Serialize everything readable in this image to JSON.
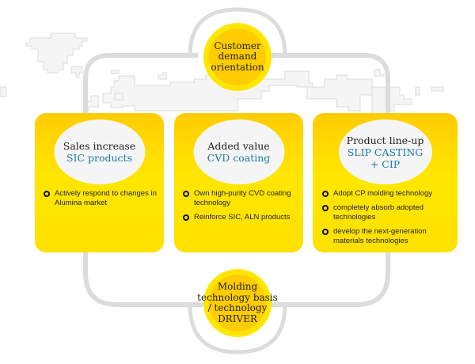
{
  "top_node": {
    "lines": [
      "Customer",
      "demand",
      "orientation"
    ]
  },
  "bottom_node": {
    "lines": [
      "Molding",
      "technology basis",
      "/ technology",
      "DRIVER"
    ]
  },
  "cards": [
    {
      "title": "Sales increase",
      "subtitle": [
        "SIC products"
      ],
      "bullets": [
        "Actively respond to changes in Alumina market"
      ]
    },
    {
      "title": "Added value",
      "subtitle": [
        "CVD coating"
      ],
      "bullets": [
        "Own high-purity CVD coating technology",
        "Reinforce SIC, ALN products"
      ]
    },
    {
      "title": "Product line-up",
      "subtitle": [
        "SLIP CASTING",
        "+ CIP"
      ],
      "bullets": [
        "Adopt CP molding technology",
        "completely absorb adopted technologies",
        "develop the next-generation materials technologies"
      ]
    }
  ],
  "colors": {
    "accent_yellow": "#ffcc00",
    "light_yellow": "#ffe600",
    "subtitle_blue": "#1b7aa8",
    "loop_gray": "#dcdcdc",
    "map_gray": "#f5f5f5"
  }
}
